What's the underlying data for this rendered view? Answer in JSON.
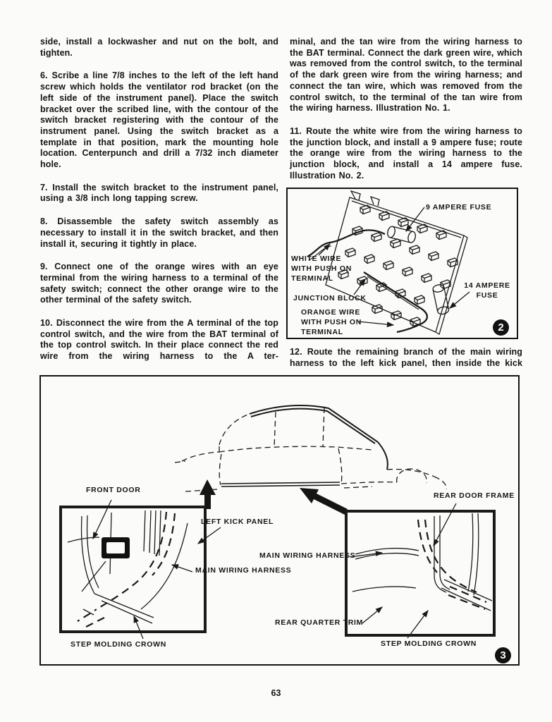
{
  "page": {
    "number": "63"
  },
  "colors": {
    "ink": "#151515",
    "paper": "#fbfbf9"
  },
  "columns": {
    "left": {
      "paragraphs": [
        "side, install a lockwasher and nut on the bolt, and tighten.",
        "6. Scribe a line 7/8 inches to the left of the left hand screw which holds the ventilator rod bracket (on the left side of the instrument panel). Place the switch bracket over the scribed line, with the contour of the switch bracket registering with the contour of the instrument panel. Using the switch bracket as a template in that position, mark the mounting hole location. Centerpunch and drill a 7/32 inch diameter hole.",
        "7. Install the switch bracket to the instrument panel, using a 3/8 inch long tapping screw.",
        "8. Disassemble the safety switch assembly as necessary to install it in the switch bracket, and then install it, securing it tightly in place.",
        "9. Connect one of the orange wires with an eye terminal from the wiring harness to a terminal of the safety switch; connect the other orange wire to the other terminal of the safety switch.",
        "10. Disconnect the wire from the A terminal of the top control switch, and the wire from the BAT terminal of the top control switch. In their place connect the red wire from the wiring harness to the A ter-"
      ]
    },
    "right": {
      "paragraphs": [
        "minal, and the tan wire from the wiring harness to the BAT terminal. Connect the dark green wire, which was removed from the control switch, to the terminal of the dark green wire from the wiring harness; and connect the tan wire, which was removed from the control switch, to the terminal of the tan wire from the wiring harness. Illustration No. 1.",
        "11. Route the white wire from the wiring harness to the junction block, and install a 9 ampere fuse; route the orange wire from the wiring harness to the junction block, and install a 14 ampere fuse. Illustration No. 2."
      ],
      "paragraph_after_illustration": "12. Route the remaining branch of the main wiring harness to the left kick panel, then inside the kick"
    }
  },
  "illustration2": {
    "badge": "2",
    "labels": {
      "fuse9": "9 AMPERE FUSE",
      "white_wire": "WHITE WIRE\nWITH PUSH ON\nTERMINAL",
      "junction_block": "JUNCTION BLOCK",
      "orange_wire": "ORANGE WIRE\nWITH PUSH ON\nTERMINAL",
      "fuse14": "14 AMPERE\nFUSE"
    }
  },
  "illustration3": {
    "badge": "3",
    "labels": {
      "front_door": "FRONT DOOR",
      "left_kick_panel": "LEFT KICK PANEL",
      "rear_door_frame": "REAR DOOR FRAME",
      "main_wiring_harness_left": "MAIN WIRING HARNESS",
      "main_wiring_harness_right": "MAIN WIRING HARNESS",
      "rear_quarter_trim": "REAR QUARTER TRIM",
      "step_molding_crown_left": "STEP MOLDING CROWN",
      "step_molding_crown_right": "STEP MOLDING CROWN"
    }
  }
}
